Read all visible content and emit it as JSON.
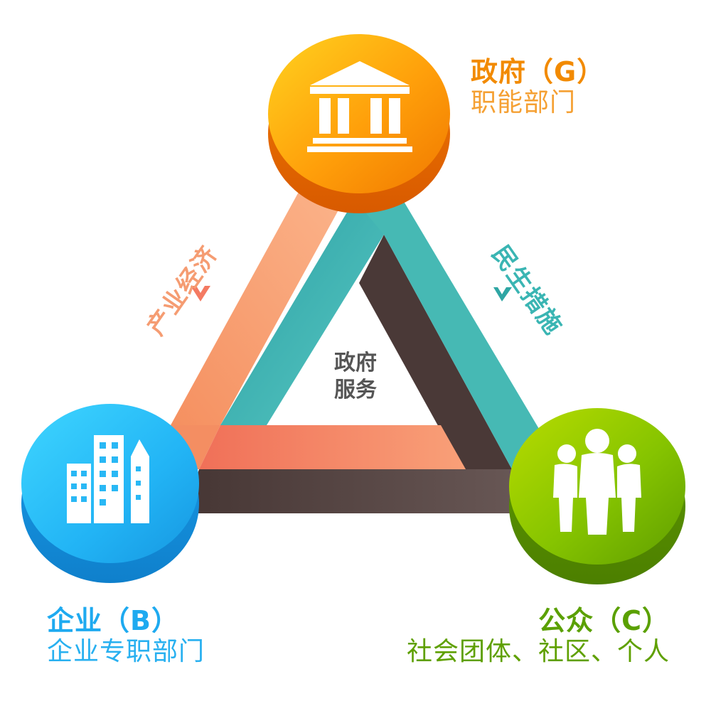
{
  "nodes": {
    "government": {
      "title": "政府（G）",
      "subtitle": "职能部门",
      "icon": "government-building-icon",
      "color": "#f28a00",
      "color_light": "#ffc21a"
    },
    "enterprise": {
      "title": "企业（B）",
      "subtitle": "企业专职部门",
      "icon": "office-buildings-icon",
      "color": "#1eaaf0",
      "color_light": "#45d0ff"
    },
    "public": {
      "title": "公众（C）",
      "subtitle": "社会团体、社区、个人",
      "icon": "people-group-icon",
      "color": "#5aa000",
      "color_light": "#a6d400"
    }
  },
  "center": {
    "line1": "政府",
    "line2": "服务"
  },
  "edges": {
    "left": {
      "label": "产业经济",
      "color": "#f59c72"
    },
    "right": {
      "label": "民生措施",
      "color": "#3ab5b3"
    },
    "bottom": {
      "color": "#5b4a48"
    }
  }
}
